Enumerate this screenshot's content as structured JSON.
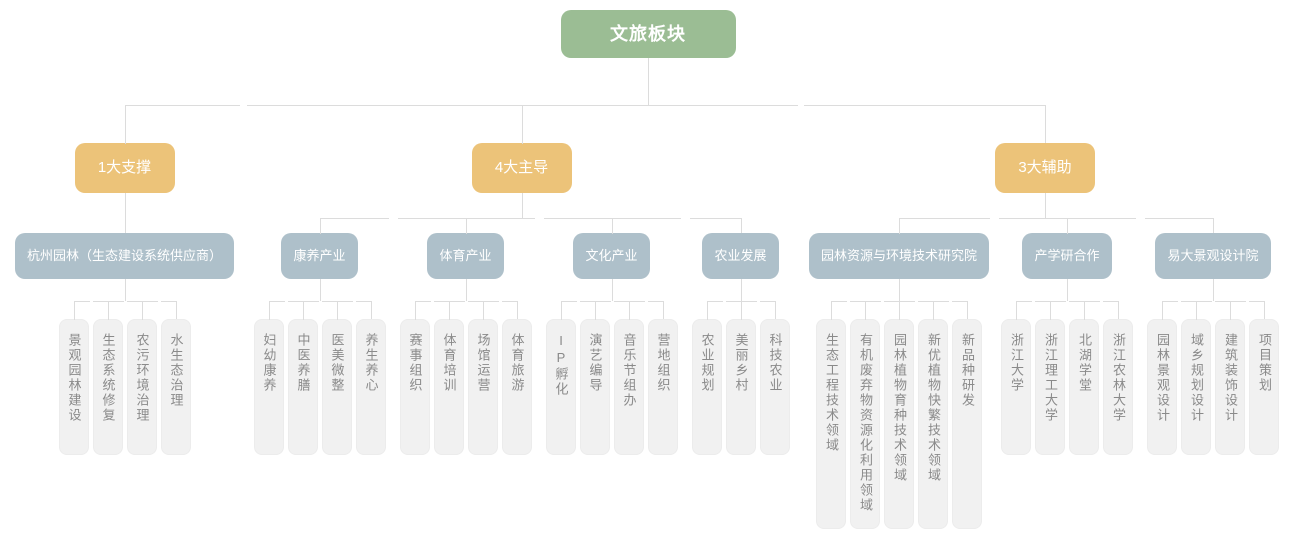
{
  "colors": {
    "root_green": "#9bbd94",
    "branch_orange": "#ecc379",
    "group_bluegray": "#aec0ca",
    "leaf_bg": "#f1f1f1",
    "leaf_text": "#8a8a8a",
    "connector_line": "#dcdcdc"
  },
  "root": {
    "label": "文旅板块"
  },
  "branches": [
    {
      "label": "1大支撑",
      "groups": [
        {
          "label": "杭州园林（生态建设系统供应商）",
          "items": [
            "景观园林建设",
            "生态系统修复",
            "农污环境治理",
            "水生态治理"
          ]
        }
      ]
    },
    {
      "label": "4大主导",
      "groups": [
        {
          "label": "康养产业",
          "items": [
            "妇幼康养",
            "中医养膳",
            "医美微整",
            "养生养心"
          ]
        },
        {
          "label": "体育产业",
          "items": [
            "赛事组织",
            "体育培训",
            "场馆运营",
            "体育旅游"
          ]
        },
        {
          "label": "文化产业",
          "items": [
            "IP孵化",
            "演艺编导",
            "音乐节组办",
            "营地组织"
          ]
        },
        {
          "label": "农业发展",
          "items": [
            "农业规划",
            "美丽乡村",
            "科技农业"
          ]
        }
      ]
    },
    {
      "label": "3大辅助",
      "groups": [
        {
          "label": "园林资源与环境技术研究院",
          "items": [
            "生态工程技术领域",
            "有机废弃物资源化利用领域",
            "园林植物育种技术领域",
            "新优植物快繁技术领域",
            "新品种研发"
          ]
        },
        {
          "label": "产学研合作",
          "items": [
            "浙江大学",
            "浙江理工大学",
            "北湖学堂",
            "浙江农林大学"
          ]
        },
        {
          "label": "易大景观设计院",
          "items": [
            "园林景观设计",
            "域乡规划设计",
            "建筑装饰设计",
            "项目策划"
          ]
        }
      ]
    }
  ]
}
